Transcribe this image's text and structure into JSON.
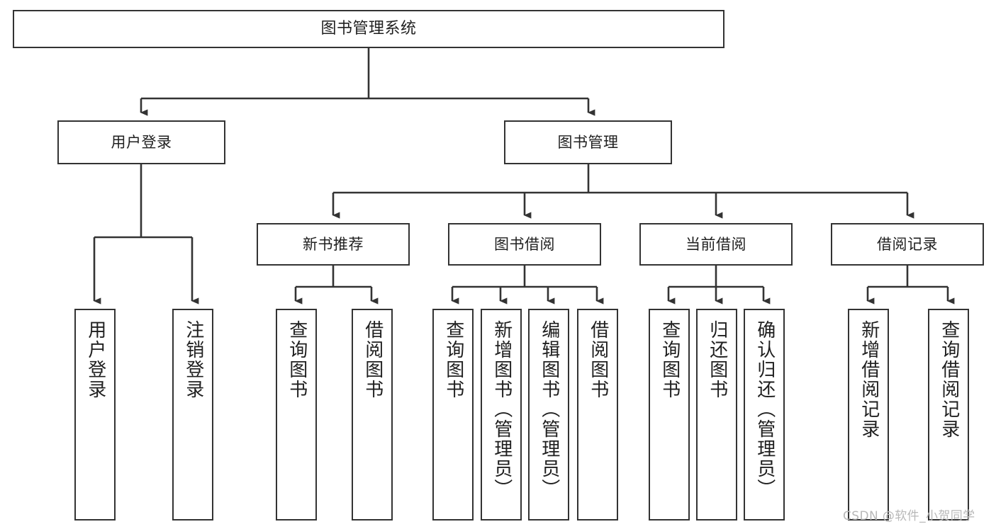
{
  "diagram": {
    "title": "图书管理系统",
    "type": "tree-hierarchy-functional-structure",
    "root": {
      "label": "图书管理系统"
    },
    "level2": [
      {
        "label": "用户登录"
      },
      {
        "label": "图书管理"
      }
    ],
    "level3": [
      {
        "label": "新书推荐"
      },
      {
        "label": "图书借阅"
      },
      {
        "label": "当前借阅"
      },
      {
        "label": "借阅记录"
      }
    ],
    "leaves": {
      "user_login": [
        {
          "label": "用户登录"
        },
        {
          "label": "注销登录"
        }
      ],
      "new_book_recommend": [
        {
          "label": "查询图书"
        },
        {
          "label": "借阅图书"
        }
      ],
      "book_borrow": [
        {
          "label": "查询图书"
        },
        {
          "label": "新增图书（管理员）"
        },
        {
          "label": "编辑图书（管理员）"
        },
        {
          "label": "借阅图书"
        }
      ],
      "current_borrow": [
        {
          "label": "查询图书"
        },
        {
          "label": "归还图书"
        },
        {
          "label": "确认归还（管理员）"
        }
      ],
      "borrow_record": [
        {
          "label": "新增借阅记录"
        },
        {
          "label": "查询借阅记录"
        }
      ]
    }
  },
  "watermark": {
    "text": "CSDN @软件_小贺同学"
  },
  "colors": {
    "box_border": "#333333",
    "box_fill": "#ffffff",
    "edge": "#333333",
    "text": "#1f1f1f",
    "watermark": "#b8b8b8"
  }
}
